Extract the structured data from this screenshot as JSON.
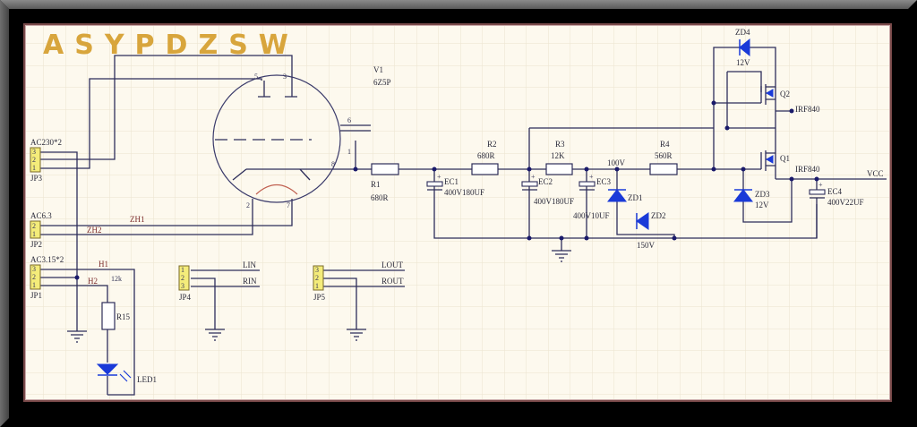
{
  "logo": {
    "text": "ASYPDZSW",
    "color": "#d8a53c"
  },
  "colors": {
    "sheet": "#fdf9ee",
    "wire": "#2d2d5a",
    "diode": "#1a3ad8",
    "connector": "#f4ec7a",
    "net_label": "#7a2a2a",
    "border": "#7a4a4a"
  },
  "tube": {
    "ref": "V1",
    "part": "6Z5P",
    "pins": [
      "5",
      "3",
      "6",
      "1",
      "8",
      "2",
      "7"
    ]
  },
  "connectors": [
    {
      "ref": "JP3",
      "label": "AC230*2",
      "pins": [
        "3",
        "2",
        "1"
      ]
    },
    {
      "ref": "JP2",
      "label": "AC6.3",
      "pins": [
        "2",
        "1"
      ]
    },
    {
      "ref": "JP1",
      "label": "AC3.15*2",
      "pins": [
        "3",
        "2",
        "1"
      ]
    },
    {
      "ref": "JP4",
      "label": "",
      "pins": [
        "1",
        "2",
        "3"
      ]
    },
    {
      "ref": "JP5",
      "label": "",
      "pins": [
        "3",
        "2",
        "1"
      ]
    }
  ],
  "nets": {
    "zh1": "ZH1",
    "zh2": "ZH2",
    "h1": "H1",
    "h2": "H2",
    "lin": "LIN",
    "rin": "RIN",
    "lout": "LOUT",
    "rout": "ROUT",
    "vcc": "VCC",
    "v100": "100V"
  },
  "resistors": [
    {
      "ref": "R1",
      "value": "680R"
    },
    {
      "ref": "R2",
      "value": "680R"
    },
    {
      "ref": "R3",
      "value": "12K"
    },
    {
      "ref": "R4",
      "value": "560R"
    },
    {
      "ref": "R15",
      "value": "12k"
    }
  ],
  "capacitors": [
    {
      "ref": "EC1",
      "value": "400V180UF"
    },
    {
      "ref": "EC2",
      "value": "400V180UF"
    },
    {
      "ref": "EC3",
      "value": "400V10UF"
    },
    {
      "ref": "EC4",
      "value": "400V22UF"
    }
  ],
  "zeners": [
    {
      "ref": "ZD1",
      "value": "100V"
    },
    {
      "ref": "ZD2",
      "value": "150V"
    },
    {
      "ref": "ZD3",
      "value": "12V"
    },
    {
      "ref": "ZD4",
      "value": "12V"
    }
  ],
  "mosfets": [
    {
      "ref": "Q1",
      "part": "IRF840"
    },
    {
      "ref": "Q2",
      "part": "IRF840"
    }
  ],
  "led": {
    "ref": "LED1"
  }
}
